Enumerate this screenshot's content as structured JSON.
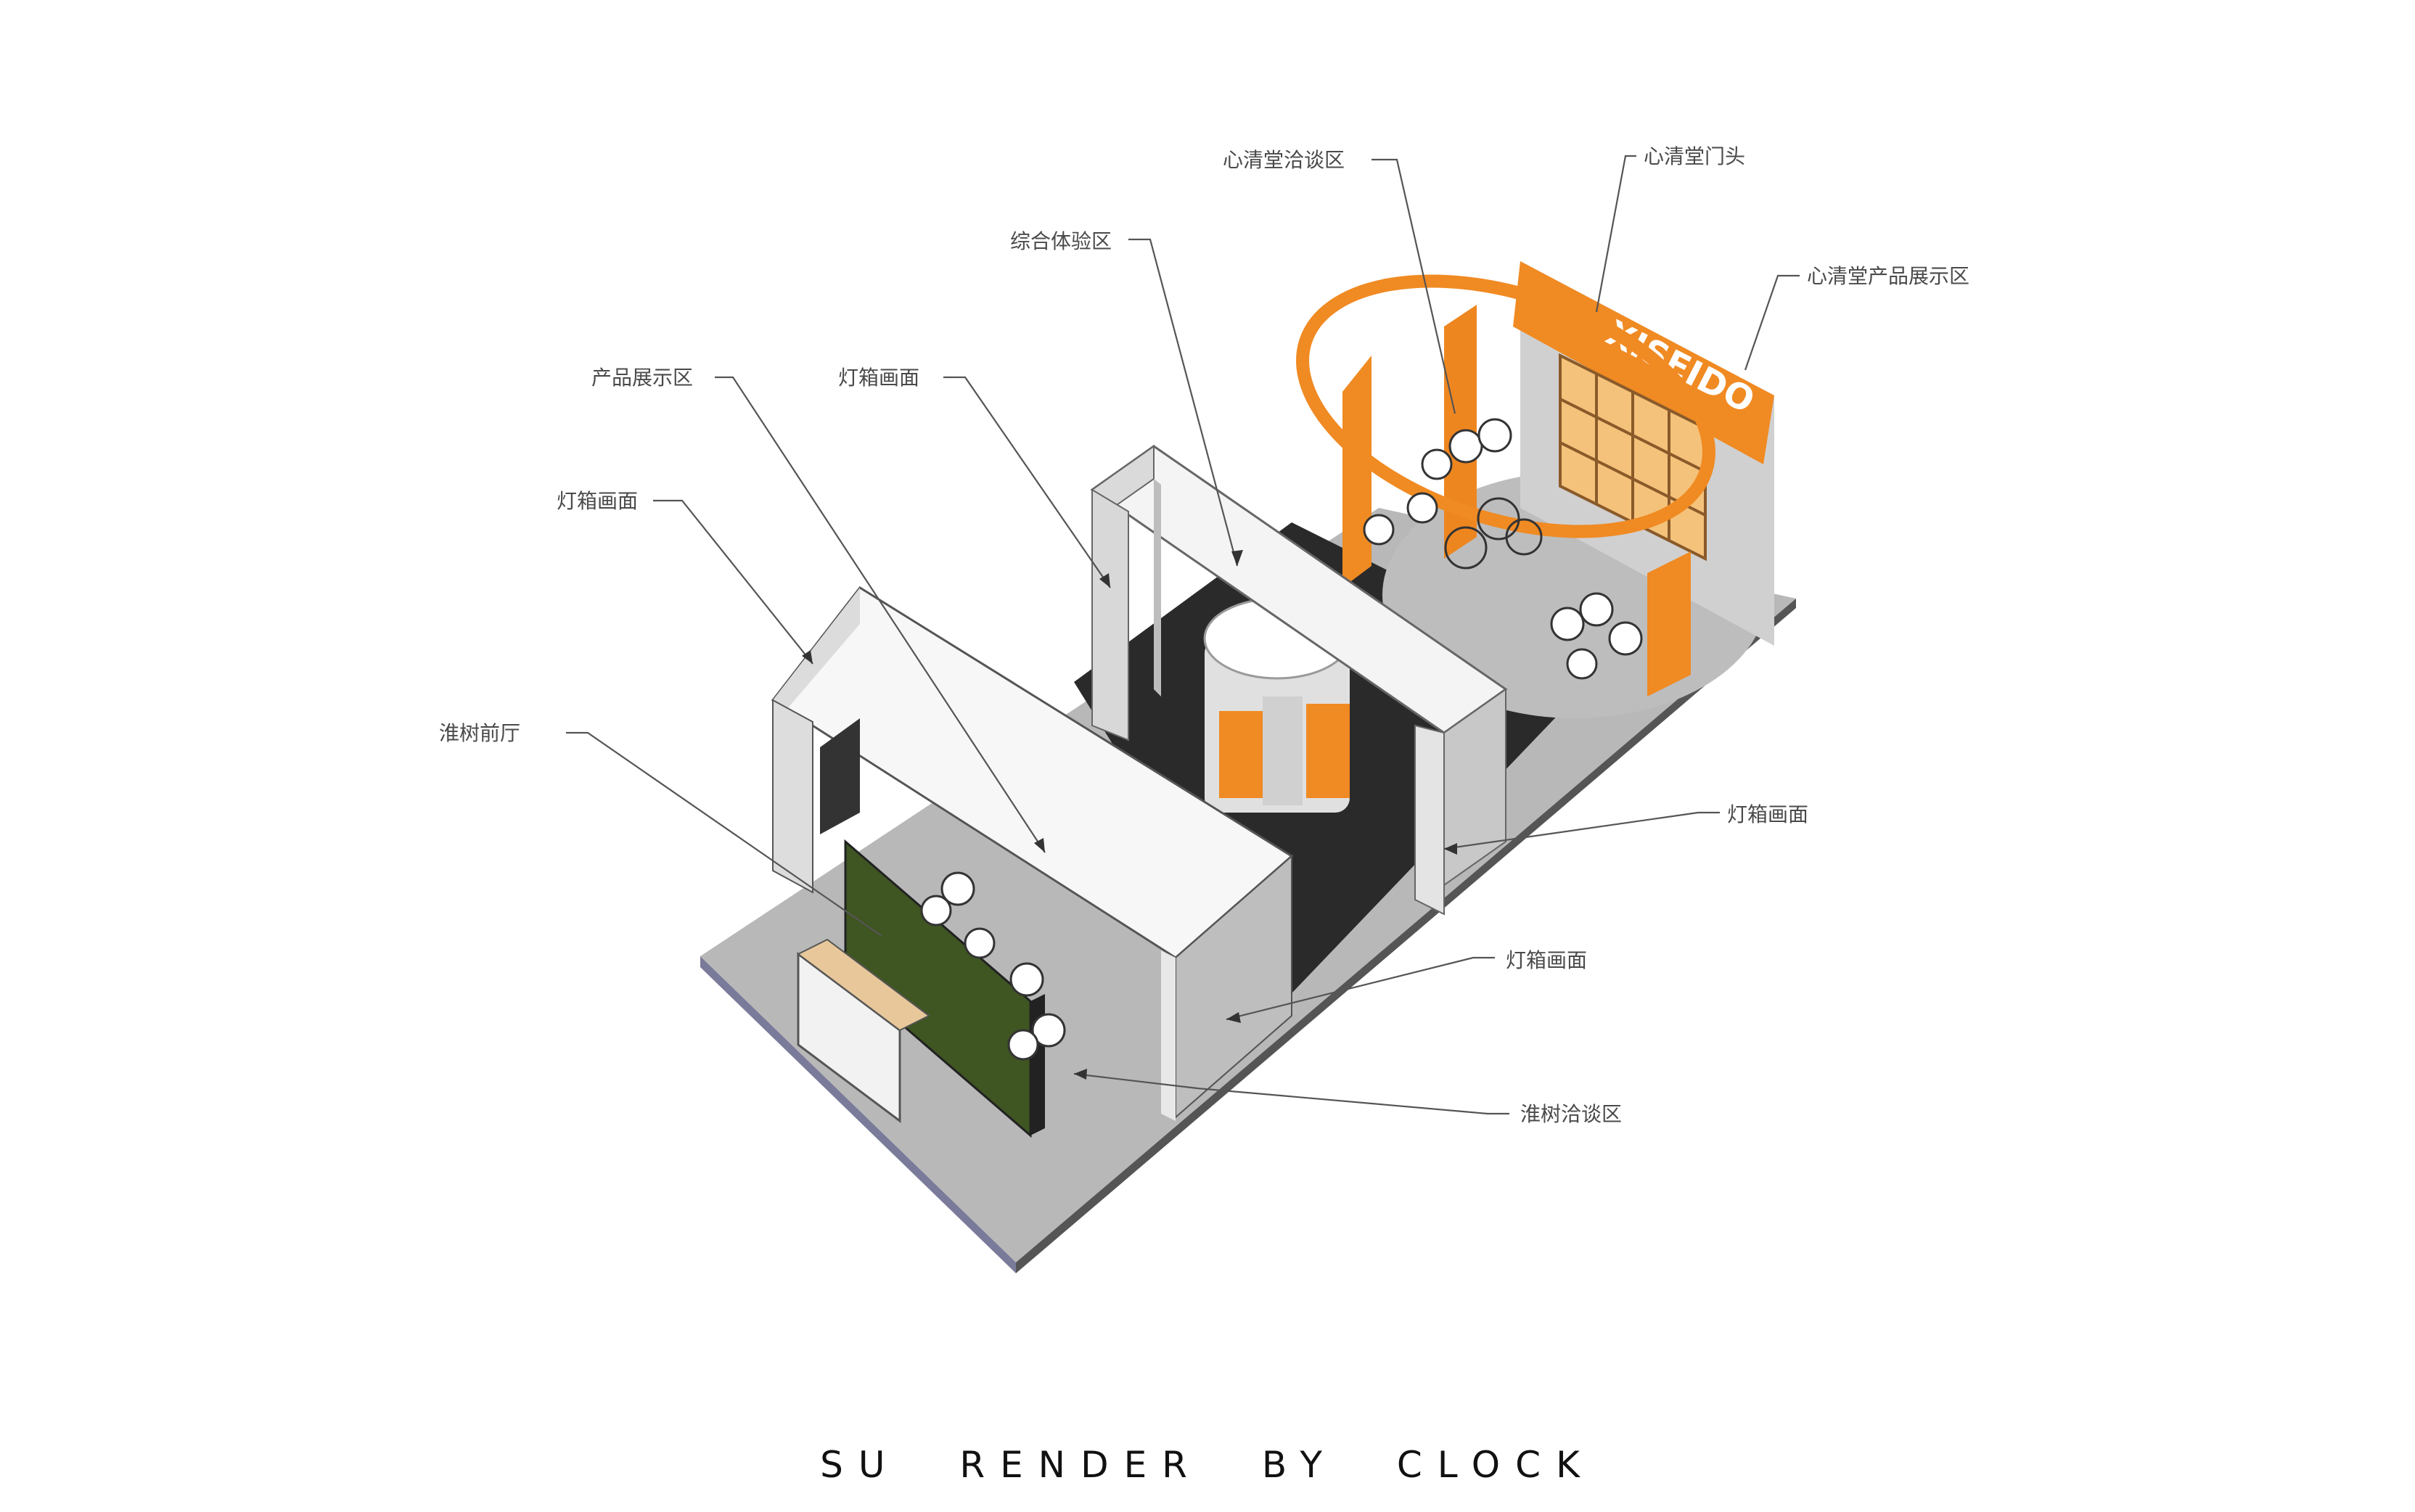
{
  "labels": {
    "xqt_talk": "心清堂洽谈区",
    "xqt_gate": "心清堂门头",
    "xqt_product": "心清堂产品展示区",
    "experience": "综合体验区",
    "product": "产品展示区",
    "lightbox_1": "灯箱画面",
    "lightbox_2": "灯箱画面",
    "lightbox_3": "灯箱画面",
    "lightbox_4": "灯箱画面",
    "hs_lobby": "淮树前厅",
    "hs_talk": "淮树洽谈区"
  },
  "brand_sign": "XISEIDO",
  "footer": "SU RENDER BY CLOCK",
  "colors": {
    "accent": "#F08A22",
    "floor": "#B4B4B4",
    "dark_floor": "#2A2A2A",
    "green_wall": "#3F5522"
  }
}
